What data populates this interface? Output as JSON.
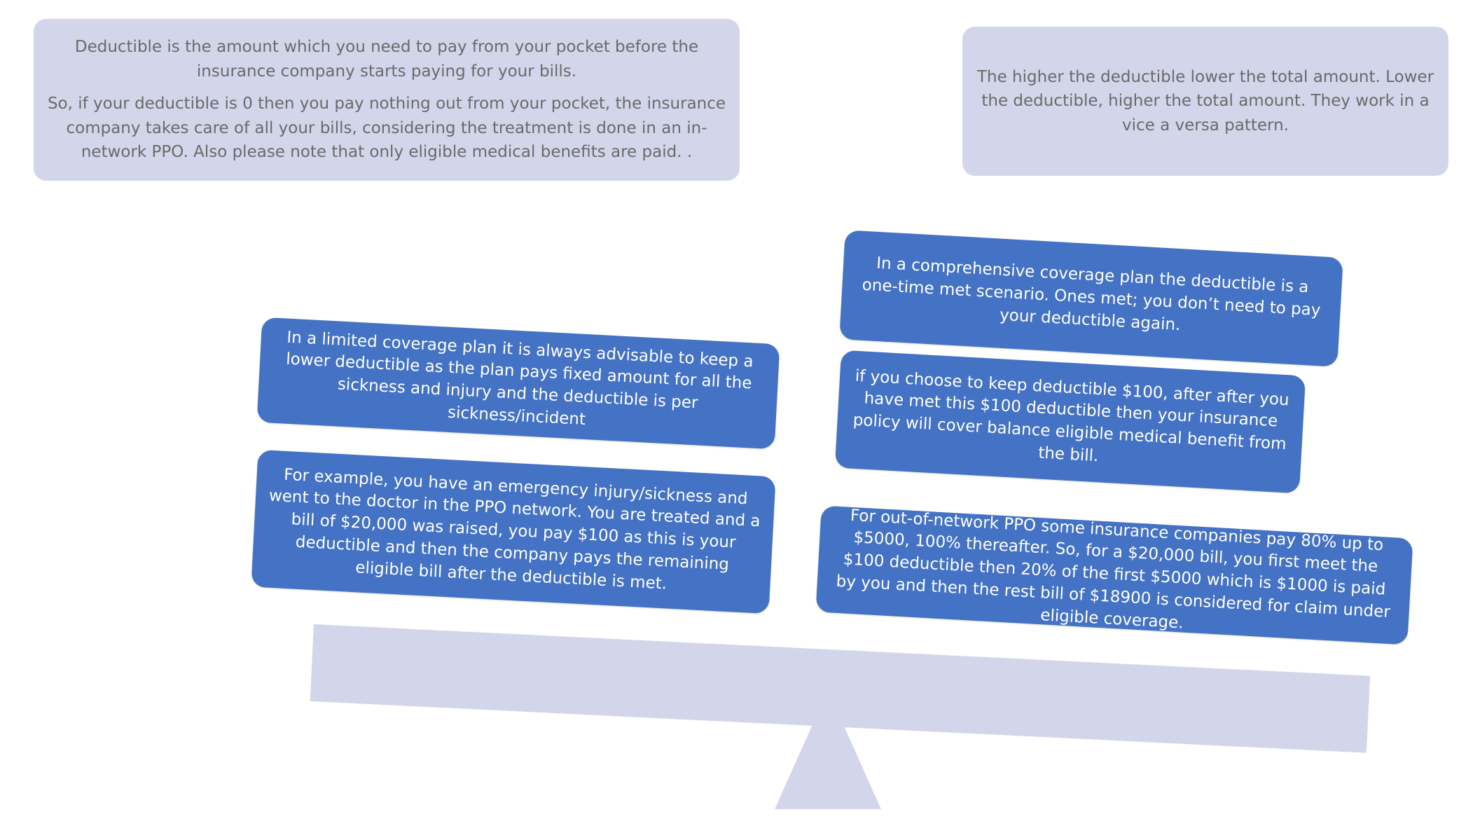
{
  "notes": {
    "top_left": {
      "para1": "Deductible is the amount which you need to pay from your pocket before the insurance company starts paying for your bills.",
      "para2": "So, if your deductible is 0 then you pay nothing out from your pocket, the insurance company takes care of all your bills, considering the treatment is done in an in-network PPO. Also please note that only eligible medical benefits are paid. ."
    },
    "top_right": {
      "text": "The higher the deductible lower the total amount. Lower the deductible, higher the total amount. They work in a vice a versa pattern."
    }
  },
  "left_side": {
    "limited_plan": "In a limited coverage plan it is always advisable to keep a lower deductible as the plan pays fixed amount for all the sickness and injury and the deductible is per sickness/incident",
    "example": "For example, you have an emergency injury/sickness and went to the doctor in the PPO network. You are treated and a bill of $20,000 was raised, you pay $100 as this is your deductible and then the company pays the remaining eligible bill after the deductible is met."
  },
  "right_side": {
    "comprehensive_plan": "In a comprehensive coverage plan the deductible is a one-time met scenario. Ones met; you don’t need to pay your deductible again.",
    "deductible_100": "if you choose to keep deductible $100, after after you have met this $100 deductible then your insurance policy will cover balance eligible medical benefit from the bill.",
    "out_of_network": "For out-of-network PPO some insurance companies pay 80% up to $5000, 100% thereafter. So, for a $20,000 bill, you first meet the $100 deductible then 20% of the first $5000 which is $1000 is paid by you and then the rest bill of $18900 is considered for claim under eligible coverage."
  },
  "colors": {
    "card_blue": "#4472c4",
    "note_lavender": "#d3d6ea",
    "note_text": "#6a6a6a"
  }
}
